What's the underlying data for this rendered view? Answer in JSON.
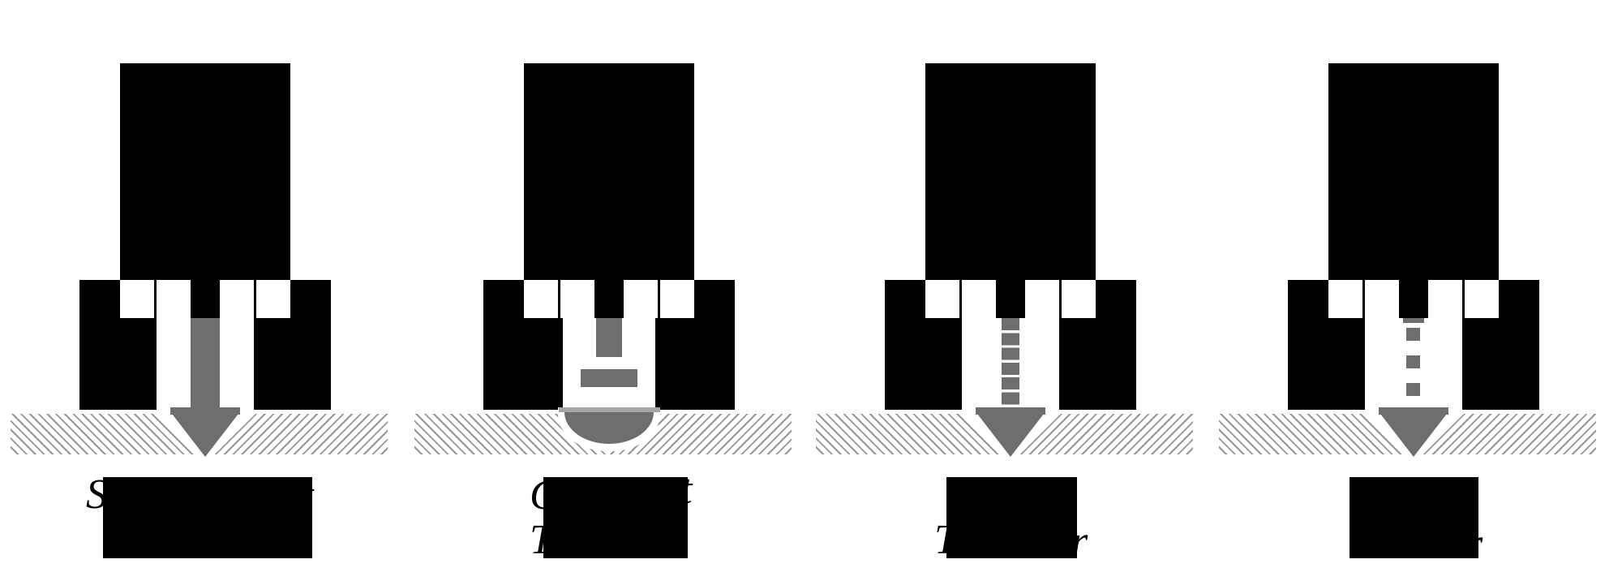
{
  "figure": {
    "colors": {
      "ink": "#000000",
      "plunger": "#6e6e6e",
      "flange": "#a5a5a5",
      "hatchline": "#969696",
      "background": "#ffffff"
    },
    "units": [
      {
        "tip_style": "solid-shaft-pointed-tip",
        "caption": {
          "fragments": [
            {
              "glyph": "S"
            },
            {
              "glyph": "t"
            }
          ]
        }
      },
      {
        "tip_style": "retracted-shaft-domed-tip",
        "caption": {
          "fragments": [
            {
              "glyph": "C"
            },
            {
              "glyph": "t"
            },
            {
              "glyph": "T"
            }
          ]
        }
      },
      {
        "tip_style": "segmented-shaft-pointed-tip",
        "caption": {
          "fragments": [
            {
              "glyph": "T"
            },
            {
              "glyph": "r"
            }
          ]
        }
      },
      {
        "tip_style": "dotted-shaft-pointed-tip",
        "caption": {
          "fragments": [
            {
              "glyph": "r"
            }
          ]
        }
      }
    ]
  }
}
